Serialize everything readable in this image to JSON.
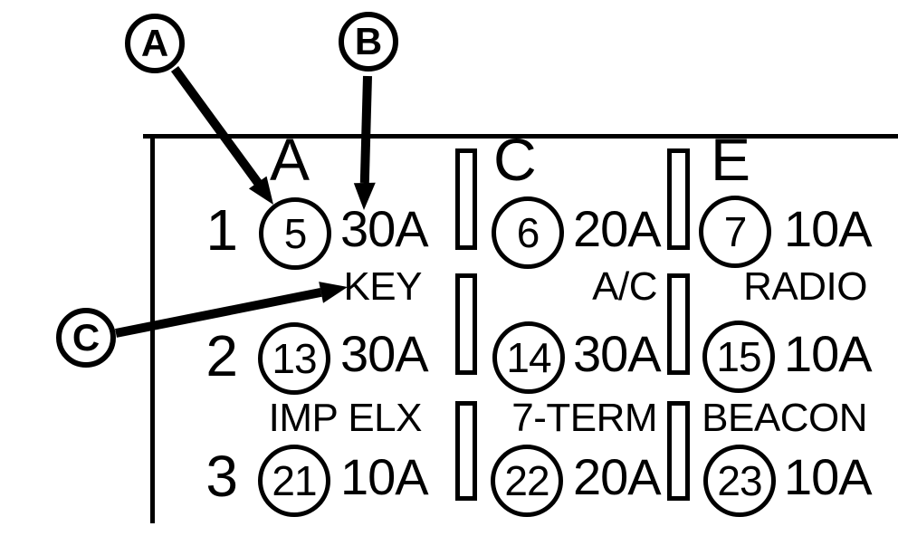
{
  "callouts": [
    {
      "letter": "A"
    },
    {
      "letter": "B"
    },
    {
      "letter": "C"
    }
  ],
  "diagram": {
    "columns": [
      {
        "header": "A"
      },
      {
        "header": "C"
      },
      {
        "header": "E"
      }
    ],
    "rows": [
      {
        "number": "1",
        "fuses": [
          {
            "circle": "5",
            "amps": "30A"
          },
          {
            "circle": "6",
            "amps": "20A"
          },
          {
            "circle": "7",
            "amps": "10A"
          }
        ]
      },
      {
        "number": "2",
        "fuses": [
          {
            "label": "KEY",
            "circle": "13",
            "amps": "30A"
          },
          {
            "label": "A/C",
            "circle": "14",
            "amps": "30A"
          },
          {
            "label": "RADIO",
            "circle": "15",
            "amps": "10A"
          }
        ]
      },
      {
        "number": "3",
        "fuses": [
          {
            "label": "IMP ELX",
            "circle": "21",
            "amps": "10A"
          },
          {
            "label": "7-TERM",
            "circle": "22",
            "amps": "20A"
          },
          {
            "label": "BEACON",
            "circle": "23",
            "amps": "10A"
          }
        ]
      }
    ]
  },
  "colors": {
    "ink": "#000000",
    "background": "#ffffff"
  }
}
